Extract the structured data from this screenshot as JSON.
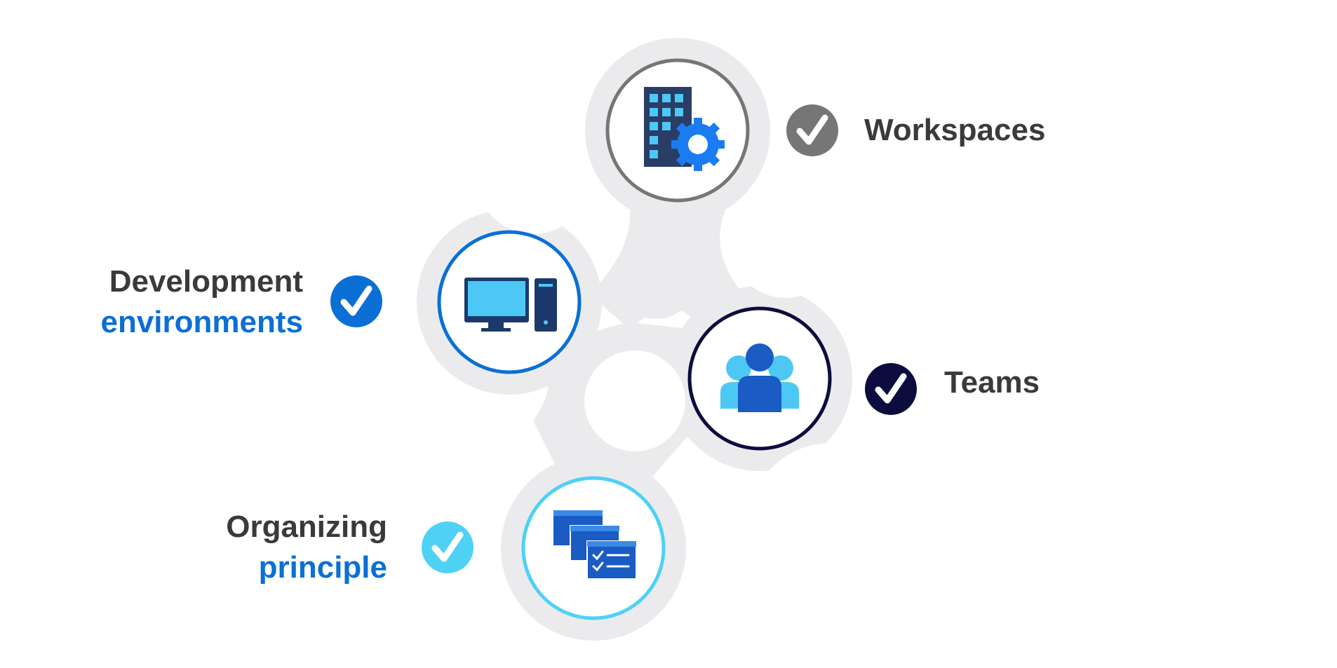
{
  "colors": {
    "background": "#ffffff",
    "blob": "#ebebed",
    "gray": "#767676",
    "blue": "#0b6fd6",
    "navy": "#0c0c3e",
    "cyan": "#4fd1f6",
    "text_dark": "#3a3a3a",
    "icon_light_blue": "#4dc8f5",
    "icon_dark_blue": "#1a5bc4"
  },
  "nodes": {
    "workspaces": {
      "line1": "Workspaces",
      "line2": "",
      "icon": "building-gear-icon",
      "accent": "#767676"
    },
    "development": {
      "line1": "Development",
      "line2": "environments",
      "icon": "desktop-computer-icon",
      "accent": "#0b6fd6"
    },
    "teams": {
      "line1": "Teams",
      "line2": "",
      "icon": "people-group-icon",
      "accent": "#0c0c3e"
    },
    "organizing": {
      "line1": "Organizing",
      "line2": "principle",
      "icon": "checklist-stack-icon",
      "accent": "#4fd1f6"
    }
  }
}
